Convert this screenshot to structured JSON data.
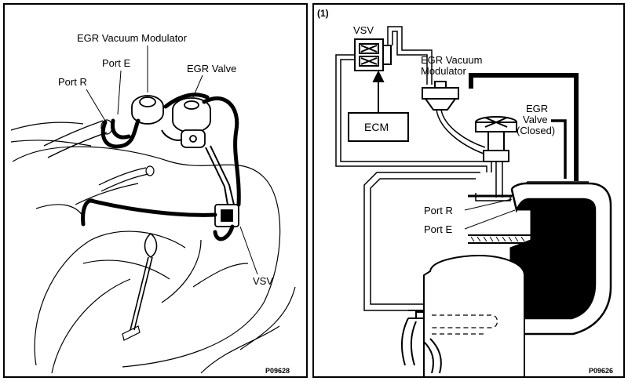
{
  "left": {
    "labels": {
      "modulator": "EGR Vacuum Modulator",
      "port_e": "Port E",
      "port_r": "Port R",
      "egr_valve": "EGR Valve",
      "vsv": "VSV"
    },
    "code": "P09628"
  },
  "right": {
    "panel_number": "(1)",
    "labels": {
      "vsv": "VSV",
      "ecm": "ECM",
      "modulator_line1": "EGR Vacuum",
      "modulator_line2": "Modulator",
      "egr_line1": "EGR",
      "egr_line2": "Valve",
      "egr_line3": "(Closed)",
      "port_r": "Port R",
      "port_e": "Port E"
    },
    "code": "P09626"
  }
}
